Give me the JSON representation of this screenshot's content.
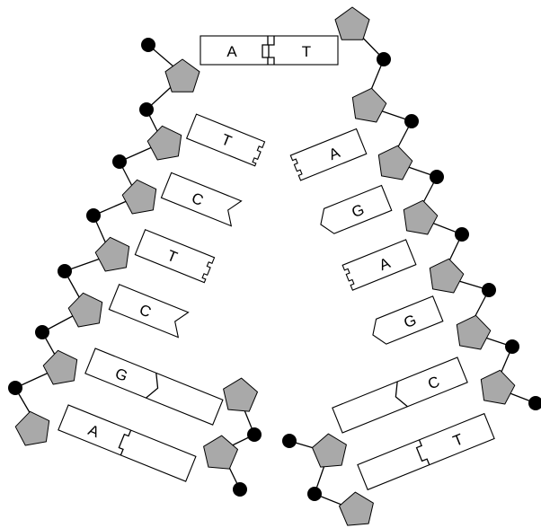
{
  "diagram": {
    "top_pair": {
      "left_label": "A",
      "right_label": "T"
    },
    "left_strand_bases": [
      "T",
      "C",
      "T",
      "C",
      "G",
      "A"
    ],
    "right_strand_bases": [
      "A",
      "G",
      "A",
      "G",
      "C",
      "T"
    ]
  }
}
